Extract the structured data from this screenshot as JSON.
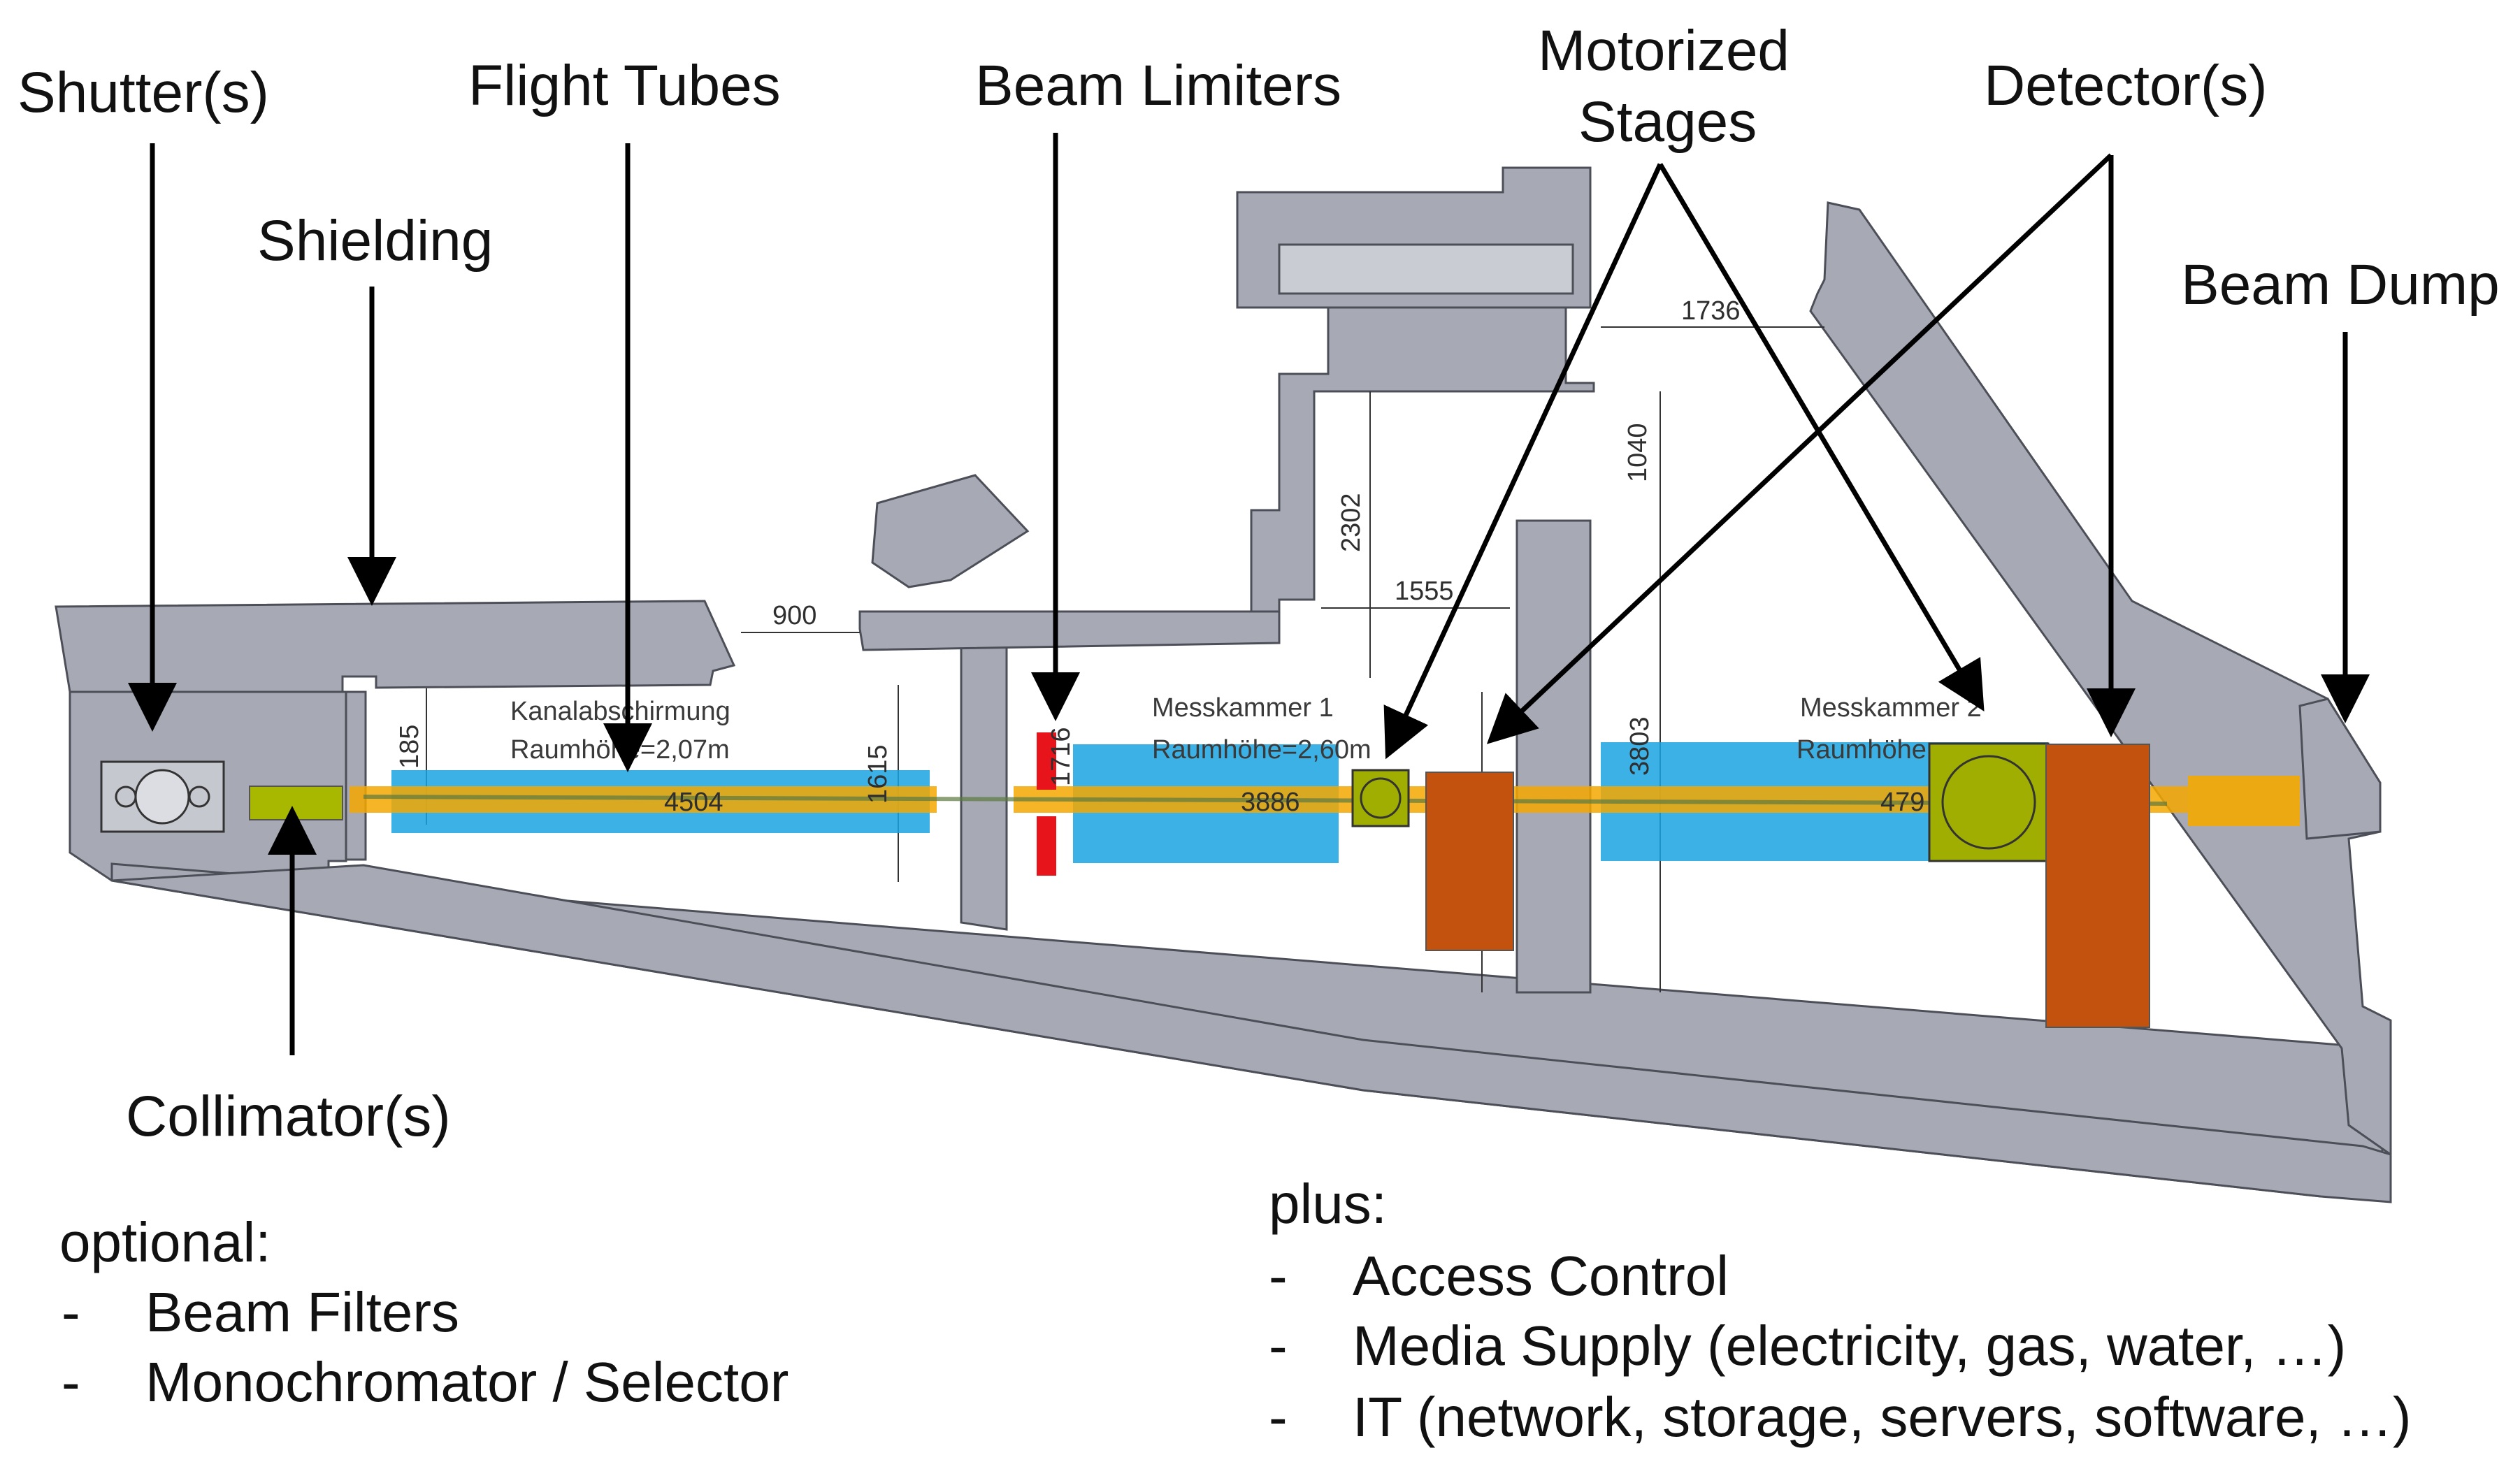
{
  "callouts": {
    "shutters": "Shutter(s)",
    "flight_tubes": "Flight Tubes",
    "beam_limiters": "Beam Limiters",
    "motorized_stages": [
      "Motorized",
      "Stages"
    ],
    "detectors": "Detector(s)",
    "shielding": "Shielding",
    "beam_dump": "Beam Dump",
    "collimators": "Collimator(s)"
  },
  "room_labels": {
    "kanal_name": "Kanalabschirmung",
    "kanal_height": "Raumhöhe=2,07m",
    "mess1_name": "Messkammer 1",
    "mess1_height": "Raumhöhe=2,60m",
    "mess2_name": "Messkammer 2",
    "mess2_height": "Raumhöhe"
  },
  "dimensions": {
    "d900": "900",
    "d1736": "1736",
    "d1040": "1040",
    "d2302": "2302",
    "d1555": "1555",
    "d3803": "3803",
    "d1615": "1615",
    "d185": "185",
    "d4504": "4504",
    "d3886": "3886",
    "d479": "479",
    "d1716": "1716"
  },
  "optional": {
    "heading": "optional:",
    "items": [
      "Beam Filters",
      "Monochromator / Selector"
    ]
  },
  "plus": {
    "heading": "plus:",
    "items": [
      "Access Control",
      "Media Supply (electricity, gas, water, …)",
      "IT (network, storage, servers, software, …)"
    ]
  },
  "bullet": "-",
  "colors": {
    "shielding": "#a7aab4",
    "flight_tube": "#1aa3e0",
    "beam": "#f5a800",
    "beam_limiter": "#e8141c",
    "motorized_stage": "#9fae00",
    "detector": "#c4520f",
    "collimator": "#a8b800"
  }
}
